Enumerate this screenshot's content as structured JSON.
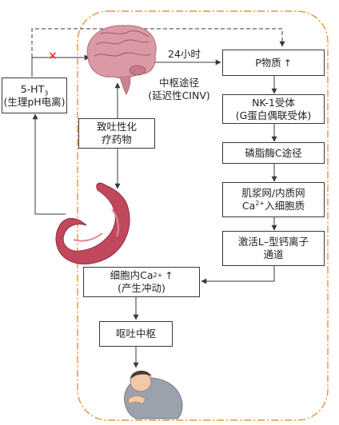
{
  "nodes": {
    "ht3": {
      "line1_base": "5-HT",
      "line1_sub": "3",
      "line2": "(生理pH电离)"
    },
    "emetic_drug": {
      "line1": "致吐性化",
      "line2": "疗药物"
    },
    "p_substance": {
      "label": "P物质",
      "arrow": "↑"
    },
    "nk1": {
      "line1": "NK-1受体",
      "line2": "(G蛋白偶联受体)"
    },
    "plc": {
      "label": "磷脂酶C途径"
    },
    "sr_er": {
      "line1": "肌浆网/内质网",
      "line2_base": "Ca",
      "line2_sup": "2+",
      "line2_rest": "入细胞质"
    },
    "l_type": {
      "line1": "激活L–型钙离子",
      "line2": "通道"
    },
    "intracellular_ca": {
      "line1_base": "细胞内Ca",
      "line1_sup": "2+",
      "line1_arrow": "↑",
      "line2": "(产生冲动)"
    },
    "vomit_center": {
      "label": "呕吐中枢"
    }
  },
  "labels": {
    "hours": "24小时",
    "central_pathway": "中枢途径",
    "delayed_cinv": "(延迟性CINV)"
  },
  "block_mark": "×",
  "colors": {
    "border": "#3a3a3a",
    "region_dash": "#e8952f",
    "block_mark": "#e03a2e",
    "brain": "#d99aa5",
    "stomach": "#c0485d"
  }
}
